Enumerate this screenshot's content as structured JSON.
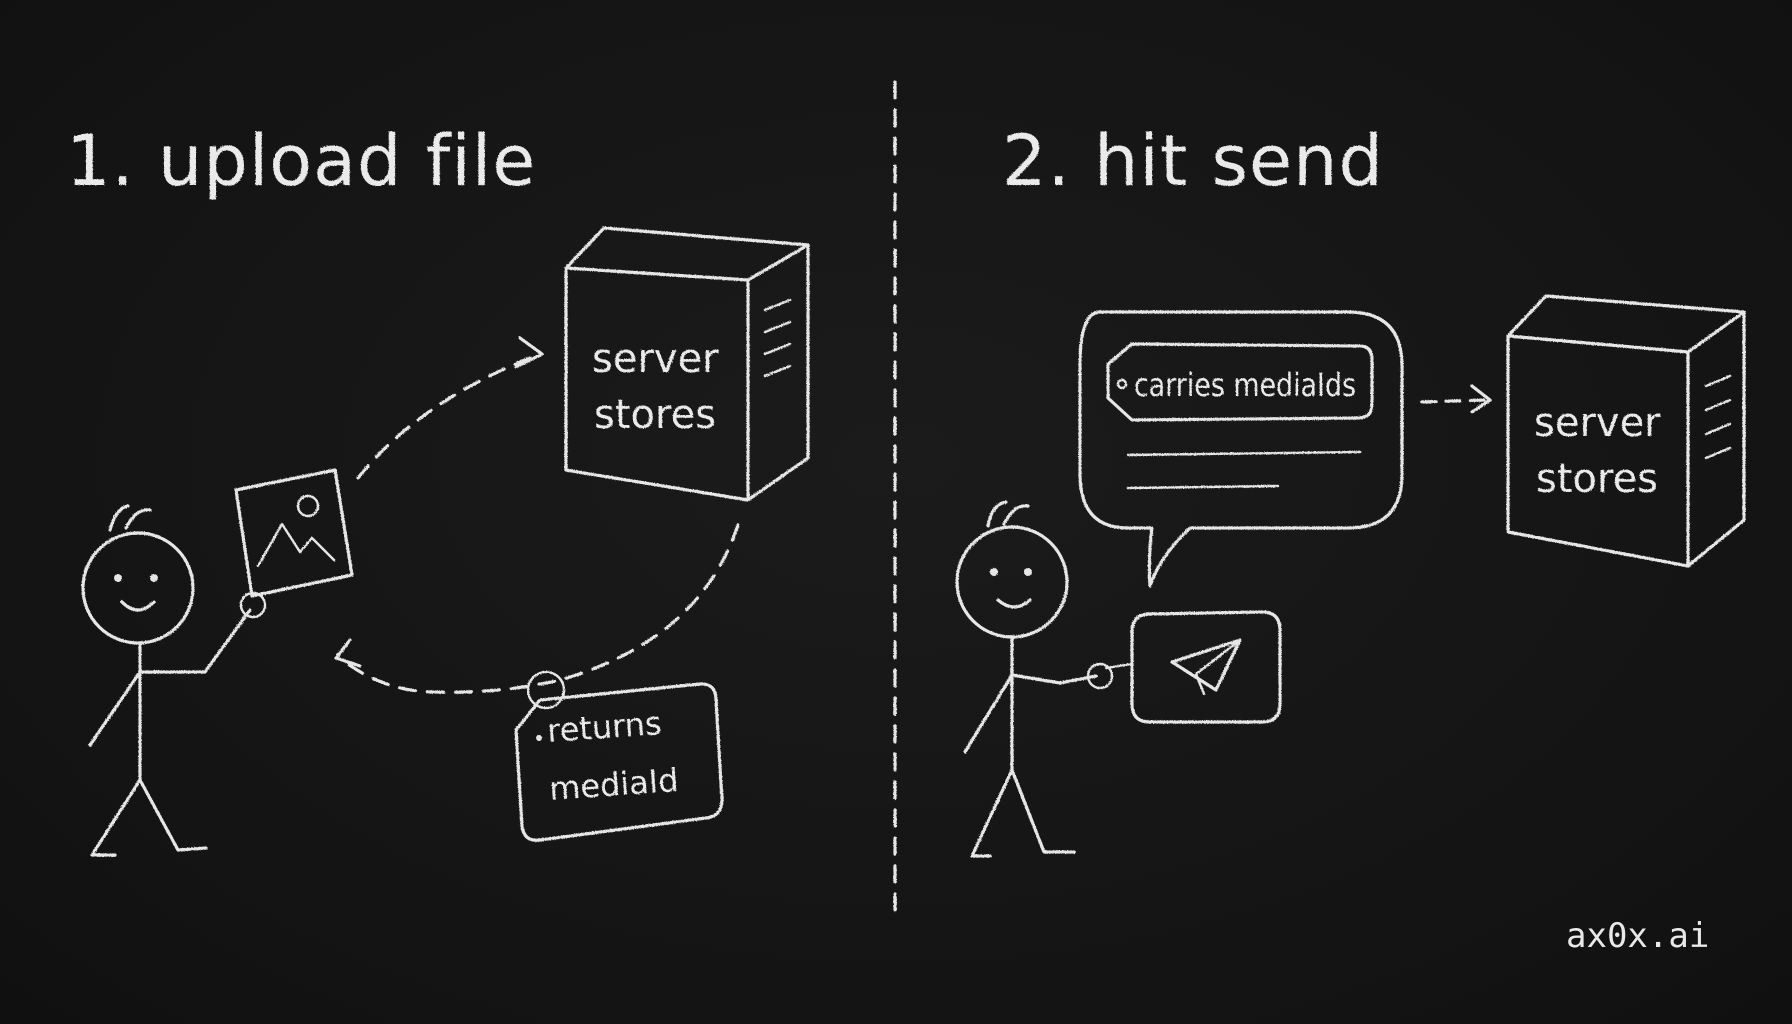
{
  "panels": {
    "left": {
      "title": "1. upload file",
      "server_line1": "server",
      "server_line2": "stores",
      "tag_line1": "returns",
      "tag_line2": "mediaId"
    },
    "right": {
      "title": "2. hit send",
      "message_tag": "carries mediaIds",
      "server_line1": "server",
      "server_line2": "stores"
    }
  },
  "brand": "ax0x.ai",
  "colors": {
    "background": "#151515",
    "chalk": "#e6e6e6"
  },
  "icons": [
    "stick-figure",
    "image-icon",
    "server-icon",
    "send-icon",
    "speech-bubble"
  ]
}
